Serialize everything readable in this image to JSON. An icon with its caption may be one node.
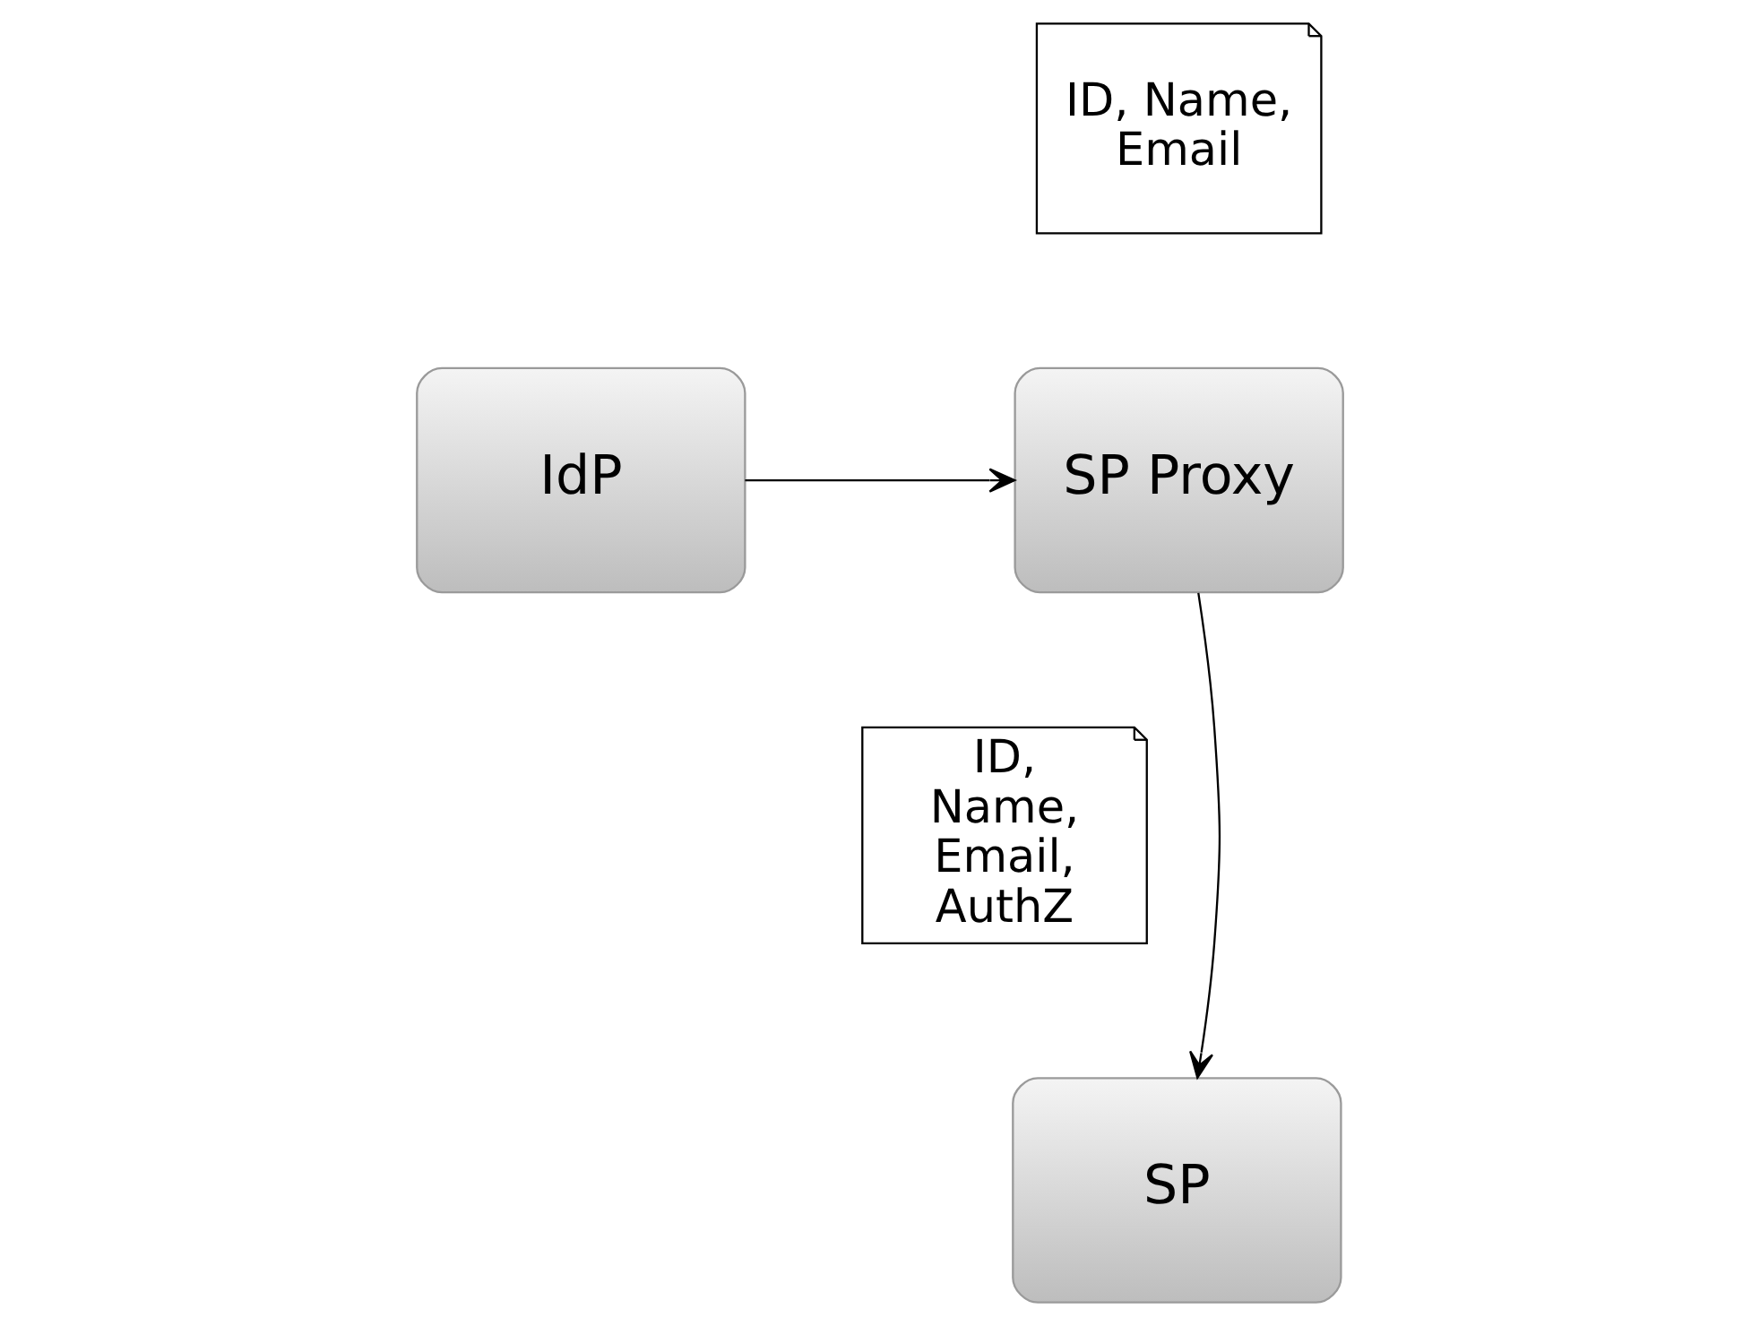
{
  "diagram": {
    "nodes": [
      {
        "text": [
          "IdP"
        ]
      },
      {
        "text": [
          "ID, Name, Email"
        ]
      },
      {
        "text": [
          "SP Proxy"
        ]
      },
      {
        "text": [
          "ID, Name, Email, AuthZ"
        ]
      },
      {
        "text": [
          "SP"
        ]
      }
    ],
    "edges": [
      {
        "from": 0,
        "to": 2,
        "arrow": "to"
      },
      {
        "from": 2,
        "to": 4,
        "arrow": "to"
      }
    ]
  }
}
